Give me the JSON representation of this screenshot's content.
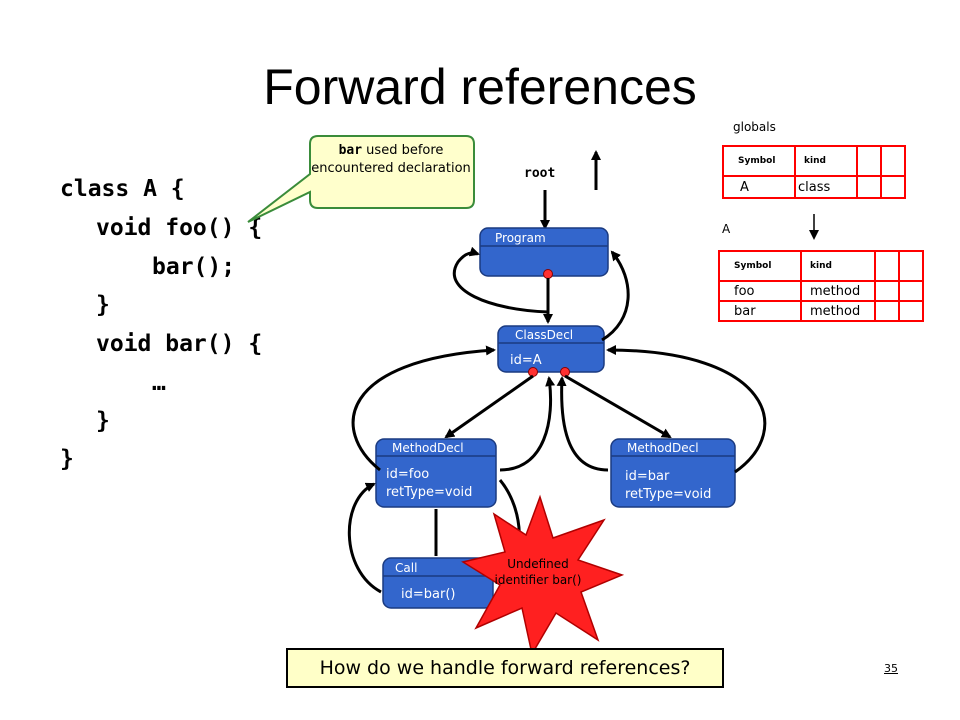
{
  "title": "Forward references",
  "code_lines": [
    "class A {",
    "void foo() {",
    "bar();",
    "}",
    "void bar() {",
    "…",
    "}",
    "}"
  ],
  "callout": {
    "keyword": "bar",
    "text": " used before encountered declaration"
  },
  "root_label": "root",
  "nodes": {
    "program": {
      "label": "Program"
    },
    "classdecl": {
      "label": "ClassDecl",
      "line1": "id=A"
    },
    "method_foo": {
      "label": "MethodDecl",
      "line1": "id=foo",
      "line2": "retType=void"
    },
    "method_bar": {
      "label": "MethodDecl",
      "line1": "id=bar",
      "line2": "retType=void"
    },
    "call": {
      "label": "Call",
      "line1": "id=bar()"
    }
  },
  "error_burst": {
    "line1": "Undefined",
    "line2": "identifier bar()"
  },
  "globals_table": {
    "caption": "globals",
    "headers": [
      "Symbol",
      "kind"
    ],
    "rows": [
      [
        "A",
        "class"
      ]
    ]
  },
  "a_table": {
    "caption": "A",
    "headers": [
      "Symbol",
      "kind"
    ],
    "rows": [
      [
        "foo",
        "method"
      ],
      [
        "bar",
        "method"
      ]
    ]
  },
  "question": "How do we handle forward references?",
  "page_number": "35",
  "colors": {
    "node_fill": "#3366cc",
    "table_border": "#ff0000",
    "burst_fill": "#ff2020",
    "callout_fill": "#ffffcc",
    "question_fill": "#ffffc8"
  }
}
